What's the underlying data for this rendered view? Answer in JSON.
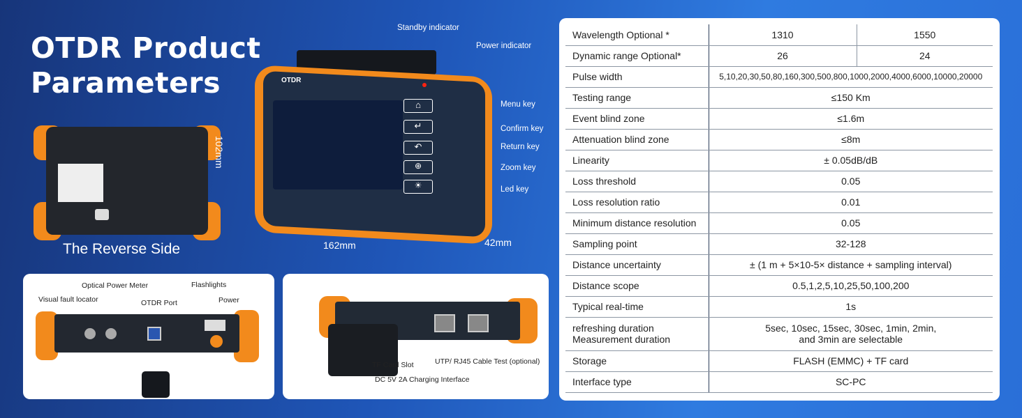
{
  "title": [
    "OTDR Product",
    "Parameters"
  ],
  "reverse_label": "The Reverse Side",
  "device": {
    "brand": "OTDR",
    "callouts": {
      "standby": "Standby indicator",
      "power": "Power indicator",
      "menu": "Menu key",
      "confirm": "Confirm key",
      "return": "Return key",
      "zoom": "Zoom key",
      "led": "Led key"
    },
    "dims": {
      "height": "102mm",
      "width": "162mm",
      "depth": "42mm"
    }
  },
  "top_panel": {
    "vfl": "Visual fault locator",
    "opm": "Optical Power Meter",
    "otdr": "OTDR Port",
    "flash": "Flashlights",
    "power": "Power"
  },
  "side_panel": {
    "tf": "TF Card Slot",
    "dc": "DC 5V 2A Charging Interface",
    "utp": "UTP/ RJ45 Cable Test (optional)"
  },
  "specs": [
    {
      "k": "Wavelength  Optional *",
      "v": [
        "1310",
        "1550"
      ]
    },
    {
      "k": "Dynamic range Optional*",
      "v": [
        "26",
        "24"
      ]
    },
    {
      "k": "Pulse width",
      "v": "5,10,20,30,50,80,160,300,500,800,1000,2000,4000,6000,10000,20000"
    },
    {
      "k": "Testing range",
      "v": "≤150 Km"
    },
    {
      "k": "Event blind zone",
      "v": "≤1.6m"
    },
    {
      "k": "Attenuation blind zone",
      "v": "≤8m"
    },
    {
      "k": "Linearity",
      "v": "± 0.05dB/dB"
    },
    {
      "k": "Loss threshold",
      "v": "0.05"
    },
    {
      "k": "Loss resolution ratio",
      "v": "0.01"
    },
    {
      "k": "Minimum distance resolution",
      "v": "0.05"
    },
    {
      "k": "Sampling point",
      "v": "32-128"
    },
    {
      "k": "Distance uncertainty",
      "v": "± (1 m + 5×10-5× distance + sampling interval)"
    },
    {
      "k": "Distance scope",
      "v": "0.5,1,2,5,10,25,50,100,200"
    },
    {
      "k": "Typical real-time",
      "v": "1s"
    },
    {
      "k": "refreshing duration\nMeasurement duration",
      "v": "5sec, 10sec, 15sec, 30sec, 1min, 2min,\nand 3min are selectable"
    },
    {
      "k": "Storage",
      "v": "FLASH (EMMC) + TF card"
    },
    {
      "k": "Interface type",
      "v": "SC-PC"
    }
  ]
}
